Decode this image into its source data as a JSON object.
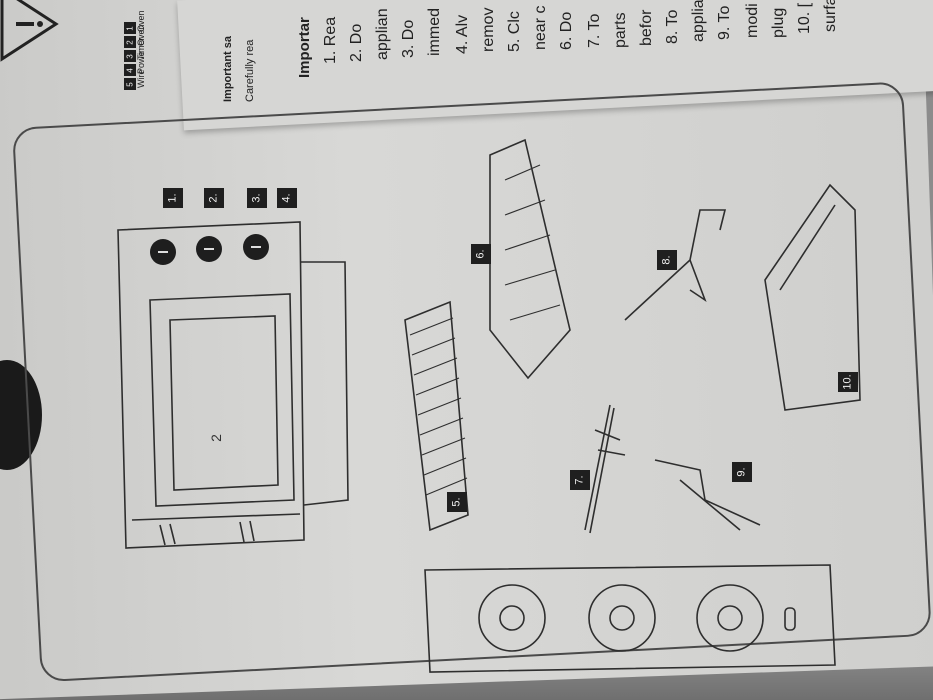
{
  "photo": {
    "subject": "rotated-instruction-manual-page"
  },
  "top_list": [
    "Oven",
    "Oven",
    "Timer",
    "Powe",
    "Wire"
  ],
  "top_list_numbers": [
    "1",
    "2",
    "3",
    "4",
    "5"
  ],
  "important_heading": "Important sa",
  "careful_text": "Carefully rea",
  "right_column": {
    "heading": "Importar",
    "lines": [
      "1. Rea",
      "2. Do",
      "applian",
      "3. Do",
      "immed",
      "4. Alv",
      "remov",
      "5. Clc",
      "near c",
      "6. Do",
      "7. To",
      "parts",
      "befor",
      "8. To",
      "applia",
      "9. To",
      "modi",
      "plug",
      "10. [",
      "surfa"
    ]
  },
  "part_labels": [
    "1.",
    "2.",
    "3.",
    "4.",
    "5.",
    "6.",
    "7.",
    "8.",
    "9.",
    "10."
  ],
  "page_number": "2",
  "colors": {
    "paper": "#d3d3d1",
    "ink": "#2a2a2a",
    "label_bg": "#1f1f1f"
  }
}
